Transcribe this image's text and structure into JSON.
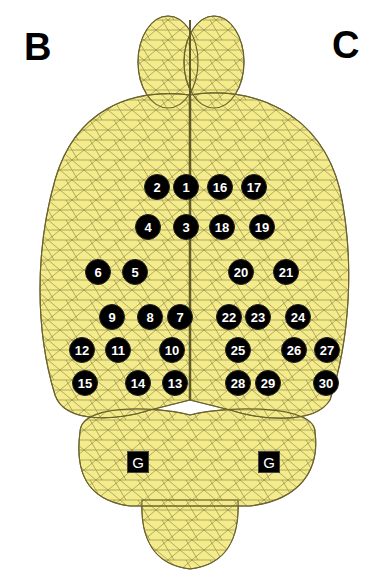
{
  "diagram": {
    "nodes": [
      {
        "text": [
          "2"
        ]
      },
      {
        "text": [
          "1"
        ]
      },
      {
        "text": [
          "16"
        ]
      },
      {
        "text": [
          "17"
        ]
      },
      {
        "text": [
          "4"
        ]
      },
      {
        "text": [
          "3"
        ]
      },
      {
        "text": [
          "18"
        ]
      },
      {
        "text": [
          "19"
        ]
      },
      {
        "text": [
          "6"
        ]
      },
      {
        "text": [
          "5"
        ]
      },
      {
        "text": [
          "20"
        ]
      },
      {
        "text": [
          "21"
        ]
      },
      {
        "text": [
          "9"
        ]
      },
      {
        "text": [
          "8"
        ]
      },
      {
        "text": [
          "7"
        ]
      },
      {
        "text": [
          "22"
        ]
      },
      {
        "text": [
          "23"
        ]
      },
      {
        "text": [
          "24"
        ]
      },
      {
        "text": [
          "12"
        ]
      },
      {
        "text": [
          "11"
        ]
      },
      {
        "text": [
          "10"
        ]
      },
      {
        "text": [
          "25"
        ]
      },
      {
        "text": [
          "26"
        ]
      },
      {
        "text": [
          "27"
        ]
      },
      {
        "text": [
          "15"
        ]
      },
      {
        "text": [
          "14"
        ]
      },
      {
        "text": [
          "13"
        ]
      },
      {
        "text": [
          "28"
        ]
      },
      {
        "text": [
          "29"
        ]
      },
      {
        "text": [
          "30"
        ]
      },
      {
        "text": [
          "G"
        ]
      },
      {
        "text": [
          "G"
        ]
      }
    ],
    "labels": [
      "B",
      "C"
    ]
  }
}
